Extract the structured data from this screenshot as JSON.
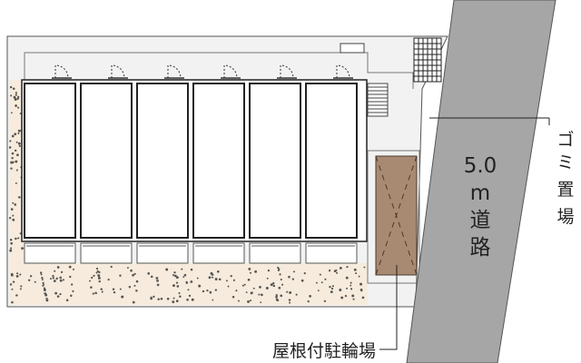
{
  "road": {
    "width_label": "5.0",
    "unit_label": "m",
    "name_chars": [
      "道",
      "路"
    ]
  },
  "garbage": {
    "chars": [
      "ゴ",
      "ミ",
      "置",
      "場"
    ]
  },
  "bicycle_parking": {
    "label": "屋根付駐輪場"
  },
  "units": {
    "count": 6
  },
  "colors": {
    "road": "#a6a6a6",
    "site": "#f2f2f2",
    "garden": "#f6ebdc",
    "bike_fill": "#a88a72",
    "line": "#222222"
  }
}
